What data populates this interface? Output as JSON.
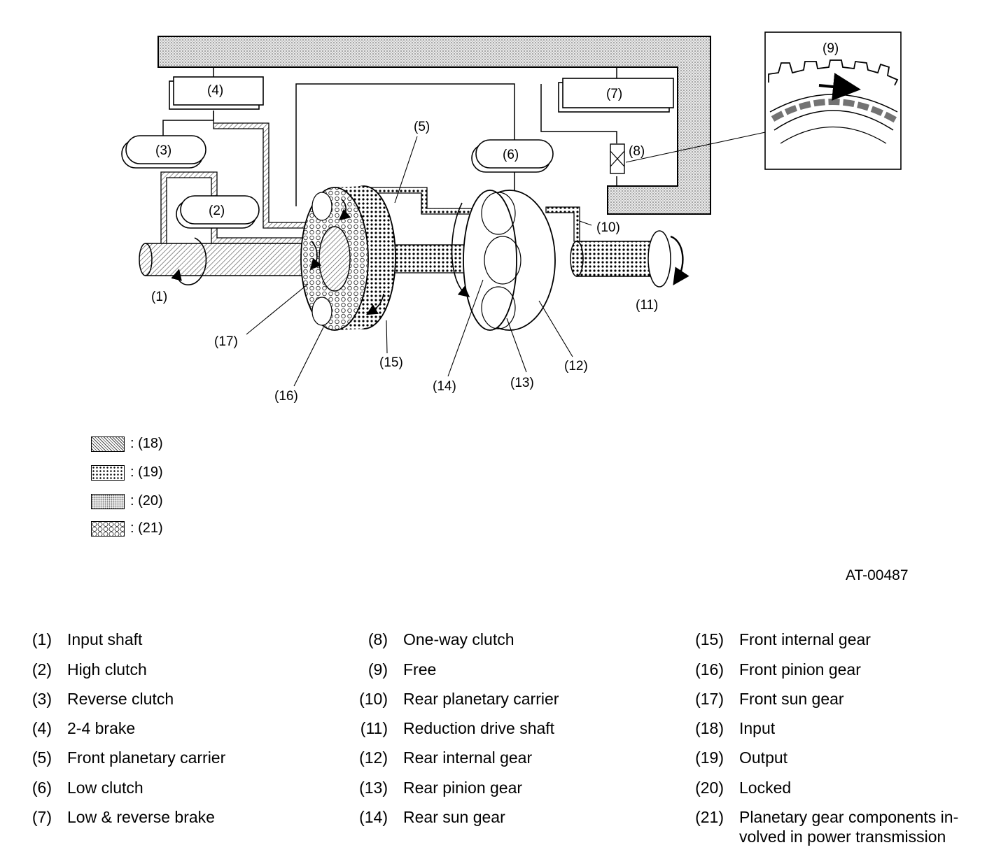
{
  "diagram": {
    "callouts": {
      "c1": "(1)",
      "c2": "(2)",
      "c3": "(3)",
      "c4": "(4)",
      "c5": "(5)",
      "c6": "(6)",
      "c7": "(7)",
      "c8": "(8)",
      "c9": "(9)",
      "c10": "(10)",
      "c11": "(11)",
      "c12": "(12)",
      "c13": "(13)",
      "c14": "(14)",
      "c15": "(15)",
      "c16": "(16)",
      "c17": "(17)"
    },
    "figure_id": "AT-00487"
  },
  "legend": [
    {
      "text": ": (18)",
      "pattern": "input"
    },
    {
      "text": ": (19)",
      "pattern": "output"
    },
    {
      "text": ": (20)",
      "pattern": "locked"
    },
    {
      "text": ": (21)",
      "pattern": "planetary"
    }
  ],
  "captions": {
    "col1": [
      {
        "num": "(1)",
        "text": "Input shaft"
      },
      {
        "num": "(2)",
        "text": "High clutch"
      },
      {
        "num": "(3)",
        "text": "Reverse clutch"
      },
      {
        "num": "(4)",
        "text": "2-4 brake"
      },
      {
        "num": "(5)",
        "text": "Front planetary carrier"
      },
      {
        "num": "(6)",
        "text": "Low clutch"
      },
      {
        "num": "(7)",
        "text": "Low & reverse brake"
      }
    ],
    "col2": [
      {
        "num": "(8)",
        "text": "One-way clutch"
      },
      {
        "num": "(9)",
        "text": "Free"
      },
      {
        "num": "(10)",
        "text": "Rear planetary carrier"
      },
      {
        "num": "(11)",
        "text": "Reduction drive shaft"
      },
      {
        "num": "(12)",
        "text": "Rear internal gear"
      },
      {
        "num": "(13)",
        "text": "Rear pinion gear"
      },
      {
        "num": "(14)",
        "text": "Rear sun gear"
      }
    ],
    "col3": [
      {
        "num": "(15)",
        "text": "Front internal gear"
      },
      {
        "num": "(16)",
        "text": "Front pinion gear"
      },
      {
        "num": "(17)",
        "text": "Front sun gear"
      },
      {
        "num": "(18)",
        "text": "Input"
      },
      {
        "num": "(19)",
        "text": "Output"
      },
      {
        "num": "(20)",
        "text": "Locked"
      },
      {
        "num": "(21)",
        "text": "Planetary gear components in-",
        "text2": "volved in power transmission"
      }
    ]
  }
}
